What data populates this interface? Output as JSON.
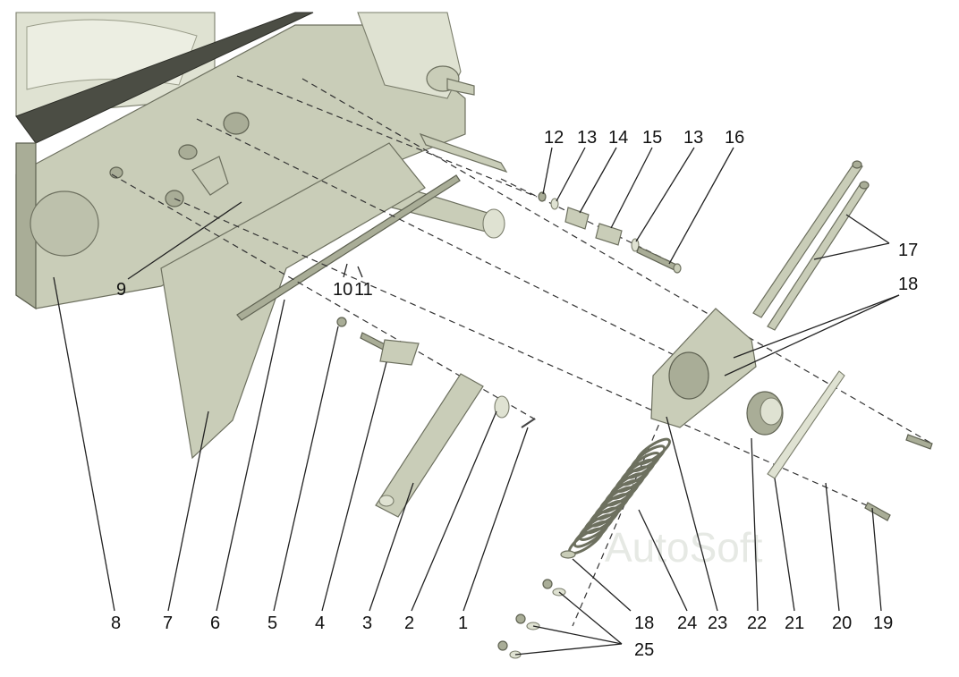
{
  "watermark": "AutoSoft",
  "callouts": {
    "c1": "1",
    "c2": "2",
    "c3": "3",
    "c4": "4",
    "c5": "5",
    "c6": "6",
    "c7": "7",
    "c8": "8",
    "c9": "9",
    "c10": "10",
    "c11": "11",
    "c12": "12",
    "c13a": "13",
    "c14": "14",
    "c15": "15",
    "c13b": "13",
    "c16": "16",
    "c17": "17",
    "c18a": "18",
    "c18b": "18",
    "c19": "19",
    "c20": "20",
    "c21": "21",
    "c22": "22",
    "c23": "23",
    "c24": "24",
    "c25": "25"
  }
}
